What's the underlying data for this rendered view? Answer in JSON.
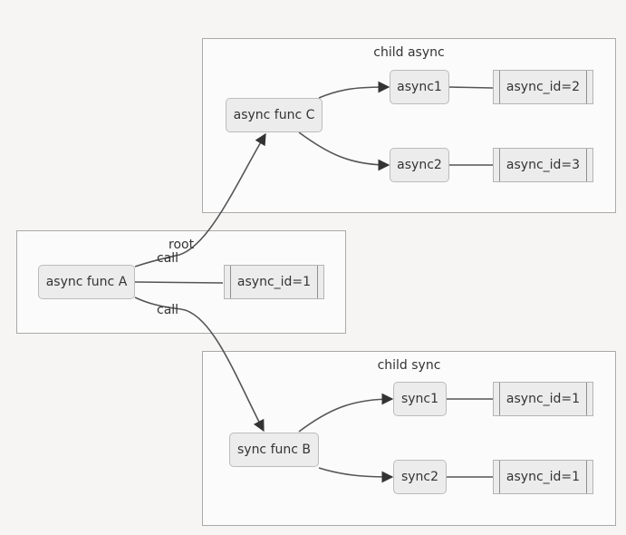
{
  "clusters": {
    "child_async": "child async",
    "child_sync": "child sync"
  },
  "nodes": {
    "a": "async func A",
    "c": "async func C",
    "b": "sync func B",
    "async1": "async1",
    "async2": "async2",
    "sync1": "sync1",
    "sync2": "sync2",
    "id_a": "async_id=1",
    "id_async1": "async_id=2",
    "id_async2": "async_id=3",
    "id_sync1": "async_id=1",
    "id_sync2": "async_id=1"
  },
  "edge_labels": {
    "root": "root",
    "call_c": "call",
    "call_b": "call"
  },
  "colors": {
    "edge": "#555555",
    "node_fill": "#ececec",
    "cluster_fill": "#fbfbfb"
  }
}
